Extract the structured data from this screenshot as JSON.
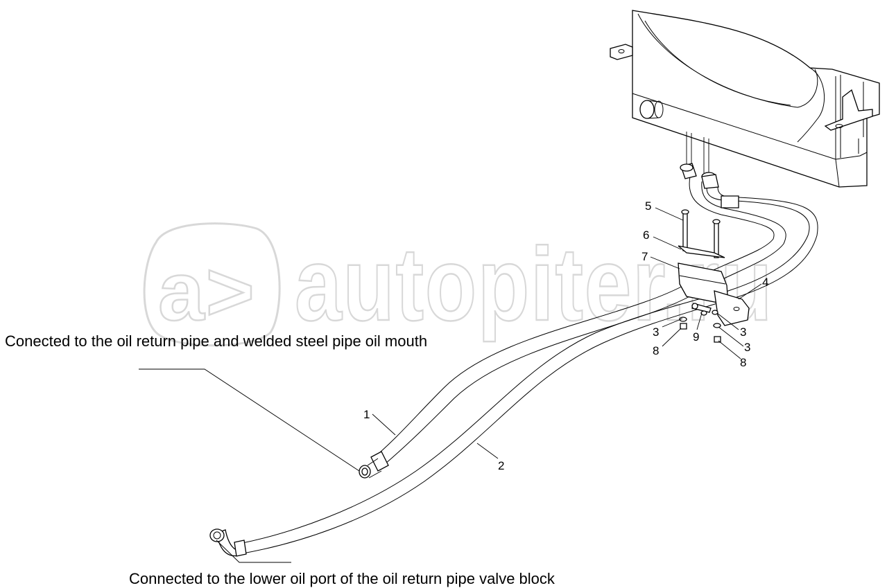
{
  "watermark": {
    "logo_text": "a>",
    "brand_text": "autopiter.ru"
  },
  "notes": {
    "upper": "Conected to the oil return pipe and welded steel pipe oil mouth",
    "lower": "Connected to the lower oil port of the oil return pipe valve block"
  },
  "callouts": [
    {
      "id": "c1",
      "label": "1"
    },
    {
      "id": "c2",
      "label": "2"
    },
    {
      "id": "c3a",
      "label": "3"
    },
    {
      "id": "c3b",
      "label": "3"
    },
    {
      "id": "c3c",
      "label": "3"
    },
    {
      "id": "c4",
      "label": "4"
    },
    {
      "id": "c5",
      "label": "5"
    },
    {
      "id": "c6",
      "label": "6"
    },
    {
      "id": "c7",
      "label": "7"
    },
    {
      "id": "c8a",
      "label": "8"
    },
    {
      "id": "c8b",
      "label": "8"
    },
    {
      "id": "c9",
      "label": "9"
    }
  ]
}
